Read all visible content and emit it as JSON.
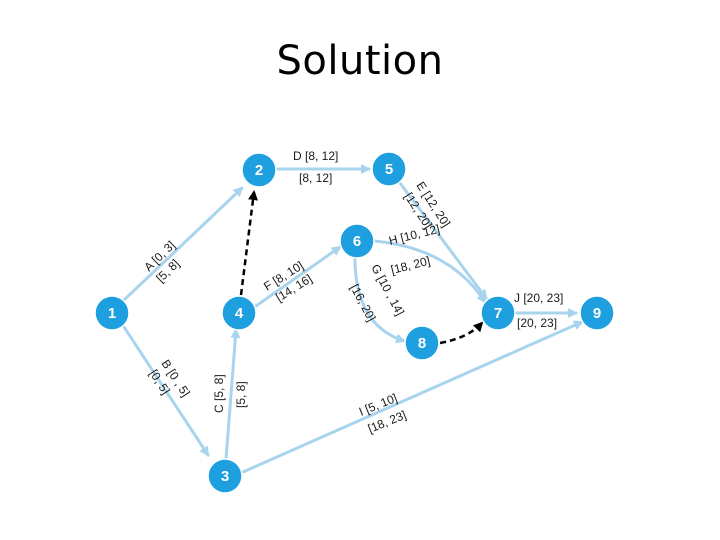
{
  "slide": {
    "title": "Solution"
  },
  "colors": {
    "node": "#1e9fe0",
    "arrow": "#a8d4ee",
    "dummy": "#000000",
    "text": "#1a1a1a"
  },
  "network": {
    "nodes": [
      "1",
      "2",
      "3",
      "4",
      "5",
      "6",
      "7",
      "8",
      "9"
    ],
    "activities": [
      {
        "id": "A",
        "from": "1",
        "to": "2",
        "es_ef": "A [0, 3]",
        "ls_lf": "[5, 8]"
      },
      {
        "id": "B",
        "from": "1",
        "to": "3",
        "es_ef": "B [0 , 5]",
        "ls_lf": "[0, 5]"
      },
      {
        "id": "C",
        "from": "3",
        "to": "4",
        "es_ef": "C [5, 8]",
        "ls_lf": "[5, 8]"
      },
      {
        "id": "D",
        "from": "2",
        "to": "5",
        "es_ef": "D [8, 12]",
        "ls_lf": "[8, 12]"
      },
      {
        "id": "E",
        "from": "5",
        "to": "7",
        "es_ef": "E [12, 20]",
        "ls_lf": "[12, 20]"
      },
      {
        "id": "F",
        "from": "4",
        "to": "6",
        "es_ef": "F [8, 10]",
        "ls_lf": "[14, 16]"
      },
      {
        "id": "G",
        "from": "6",
        "to": "8",
        "es_ef": "G [10 , 14]",
        "ls_lf": "[16, 20]"
      },
      {
        "id": "H",
        "from": "6",
        "to": "7",
        "es_ef": "H [10, 12]",
        "ls_lf": "[18, 20]"
      },
      {
        "id": "I",
        "from": "3",
        "to": "9",
        "es_ef": "I [5, 10]",
        "ls_lf": "[18, 23]"
      },
      {
        "id": "J",
        "from": "7",
        "to": "9",
        "es_ef": "J [20, 23]",
        "ls_lf": "[20, 23]"
      }
    ],
    "dummies": [
      {
        "from": "4",
        "to": "2"
      },
      {
        "from": "8",
        "to": "7"
      }
    ]
  }
}
